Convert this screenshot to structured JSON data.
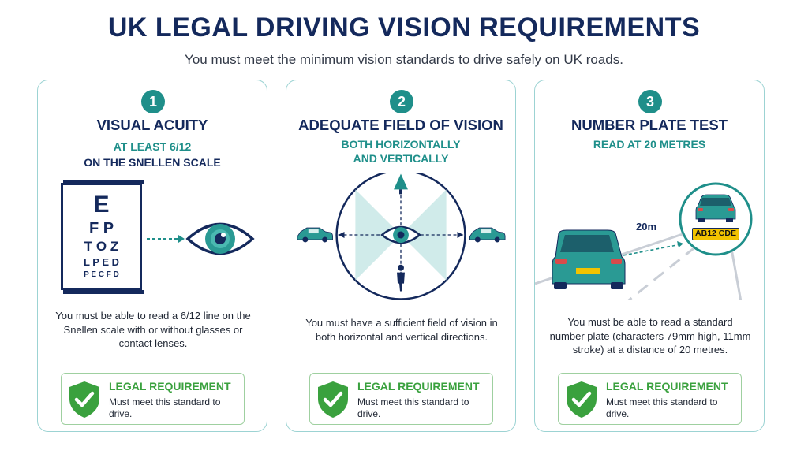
{
  "header": {
    "title": "UK LEGAL DRIVING VISION REQUIREMENTS",
    "subtitle": "You must meet the minimum vision standards to drive safely on UK roads."
  },
  "colors": {
    "navy": "#14295c",
    "teal": "#1f8f8a",
    "border": "#9cd3d3",
    "green": "#3aa13e"
  },
  "cards": [
    {
      "number": "1",
      "title": "VISUAL ACUITY",
      "sub1": "AT LEAST 6/12",
      "sub2": "ON THE SNELLEN SCALE",
      "chart_rows": [
        "E",
        "F P",
        "T O Z",
        "L P E D",
        "P E C F D"
      ],
      "desc": "You must be able to read a 6/12 line on the Snellen scale with or without glasses or contact lenses.",
      "legal_head": "LEGAL REQUIREMENT",
      "legal_text": "Must meet this standard to drive.",
      "icons": [
        "snellen-chart",
        "eye-icon",
        "shield-check-icon"
      ]
    },
    {
      "number": "2",
      "title": "ADEQUATE FIELD OF VISION",
      "sub1": "BOTH HORIZONTALLY",
      "sub2": "AND VERTICALLY",
      "desc": "You must have a sufficient field of vision in both horizontal and vertical directions.",
      "legal_head": "LEGAL REQUIREMENT",
      "legal_text": "Must meet this standard to drive.",
      "icons": [
        "eye-icon",
        "car-icon",
        "tree-icon",
        "person-icon",
        "shield-check-icon"
      ]
    },
    {
      "number": "3",
      "title": "NUMBER PLATE TEST",
      "sub1": "READ AT 20 METRES",
      "distance_label": "20m",
      "plate_text": "AB12 CDE",
      "desc": "You must be able to read a standard number plate (characters 79mm high, 11mm stroke) at a distance of 20 metres.",
      "legal_head": "LEGAL REQUIREMENT",
      "legal_text": "Must meet this standard to drive.",
      "icons": [
        "car-icon",
        "number-plate",
        "shield-check-icon"
      ]
    }
  ]
}
